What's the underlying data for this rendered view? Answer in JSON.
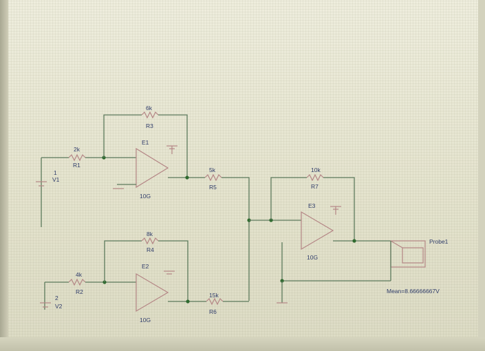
{
  "schematic": {
    "v1": {
      "node": "1",
      "name": "V1"
    },
    "v2": {
      "node": "2",
      "name": "V2"
    },
    "r1": {
      "value": "2k",
      "name": "R1"
    },
    "r2": {
      "value": "4k",
      "name": "R2"
    },
    "r3": {
      "value": "6k",
      "name": "R3"
    },
    "r4": {
      "value": "8k",
      "name": "R4"
    },
    "r5": {
      "value": "5k",
      "name": "R5"
    },
    "r6": {
      "value": "15k",
      "name": "R6"
    },
    "r7": {
      "value": "10k",
      "name": "R7"
    },
    "e1": {
      "name": "E1",
      "gain": "10G"
    },
    "e2": {
      "name": "E2",
      "gain": "10G"
    },
    "e3": {
      "name": "E3",
      "gain": "10G"
    },
    "probe": {
      "name": "Probe1",
      "reading": "Mean=8.66666667V"
    }
  },
  "colors": {
    "wire": "#5c7a5c",
    "component": "#b48585",
    "label": "#2f3c6a",
    "node": "#2f6a2f"
  }
}
